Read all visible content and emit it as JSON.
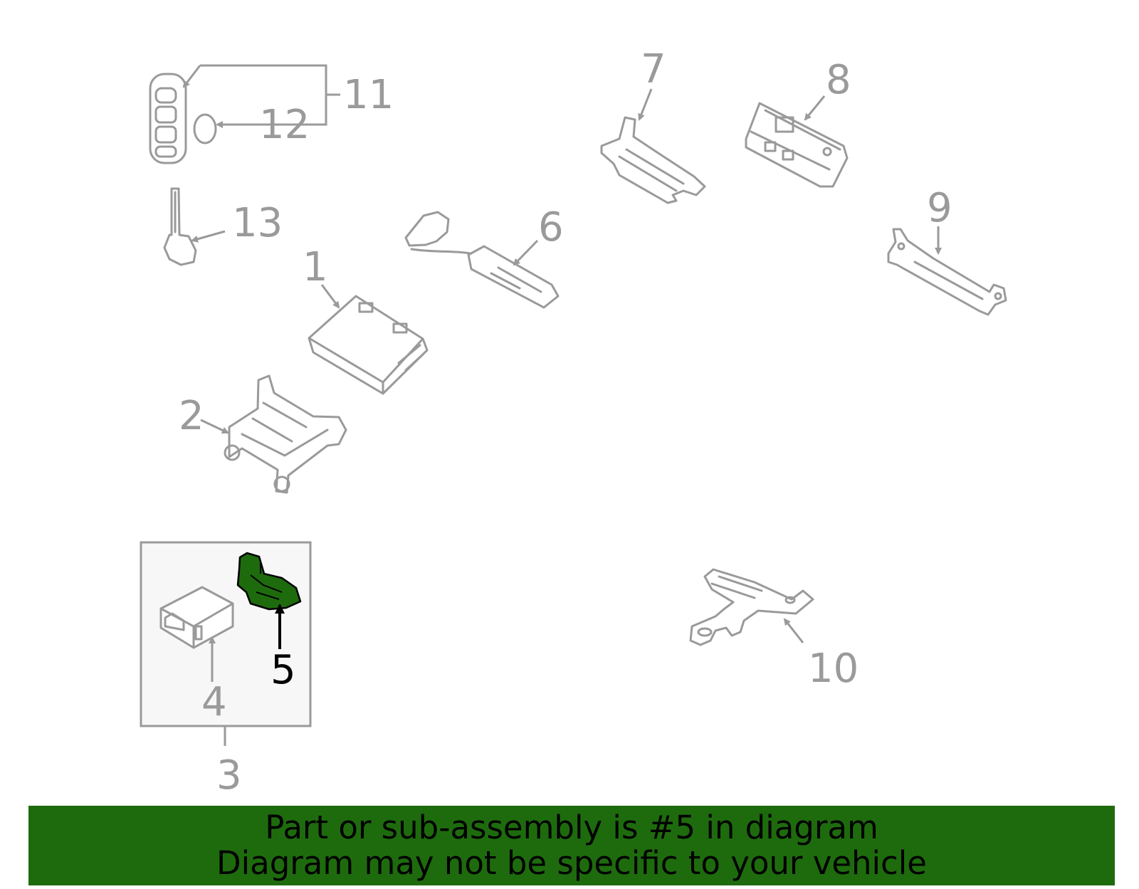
{
  "callouts": {
    "c1": "1",
    "c2": "2",
    "c3": "3",
    "c4": "4",
    "c5": "5",
    "c6": "6",
    "c7": "7",
    "c8": "8",
    "c9": "9",
    "c10": "10",
    "c11": "11",
    "c12": "12",
    "c13": "13"
  },
  "highlight": {
    "part": "5",
    "color": "#1e6b0e"
  },
  "banner": {
    "line1": "Part or sub-assembly is #5 in diagram",
    "line2": "Diagram may not be specific to your vehicle",
    "background": "#1e6b0e"
  }
}
